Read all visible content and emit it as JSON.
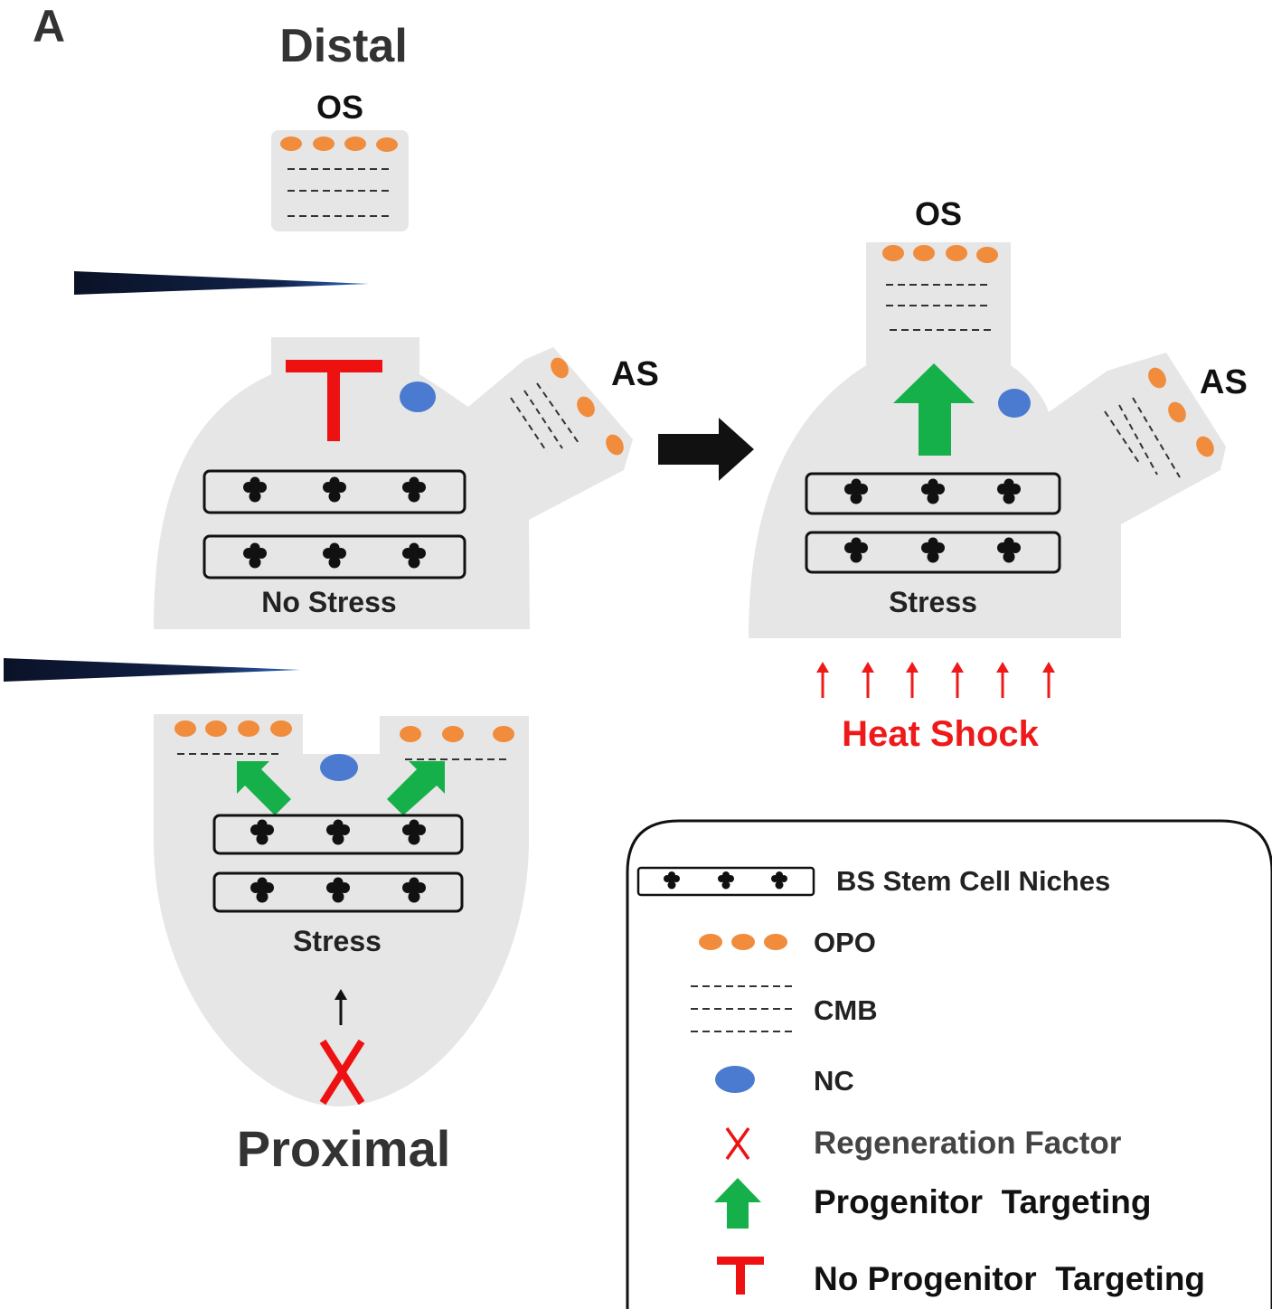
{
  "panel_label": "A",
  "labels": {
    "distal": "Distal",
    "proximal": "Proximal",
    "os_top": "OS",
    "os_right": "OS",
    "as_left": "AS",
    "as_right": "AS",
    "no_stress": "No Stress",
    "stress_right": "Stress",
    "stress_bottom": "Stress",
    "heat_shock": "Heat Shock"
  },
  "legend": {
    "items": [
      {
        "icon": "stem-cell-niche-icon",
        "label": "BS Stem Cell Niches"
      },
      {
        "icon": "opo-icon",
        "label": "OPO"
      },
      {
        "icon": "cmb-icon",
        "label": "CMB"
      },
      {
        "icon": "nc-icon",
        "label": "NC"
      },
      {
        "icon": "regeneration-factor-icon",
        "label": "Regeneration Factor"
      },
      {
        "icon": "progenitor-targeting-icon",
        "label": "Progenitor  Targeting"
      },
      {
        "icon": "no-progenitor-targeting-icon",
        "label": "No Progenitor  Targeting"
      }
    ]
  },
  "colors": {
    "tissue": "#e6e6e6",
    "opo": "#f08c3c",
    "nc": "#4a7bd0",
    "inhibit": "#ee1111",
    "green": "#16b04a",
    "heat": "#ee1a1a",
    "gradient_dark": "#0a1226",
    "gradient_light": "#2f6cc8"
  }
}
